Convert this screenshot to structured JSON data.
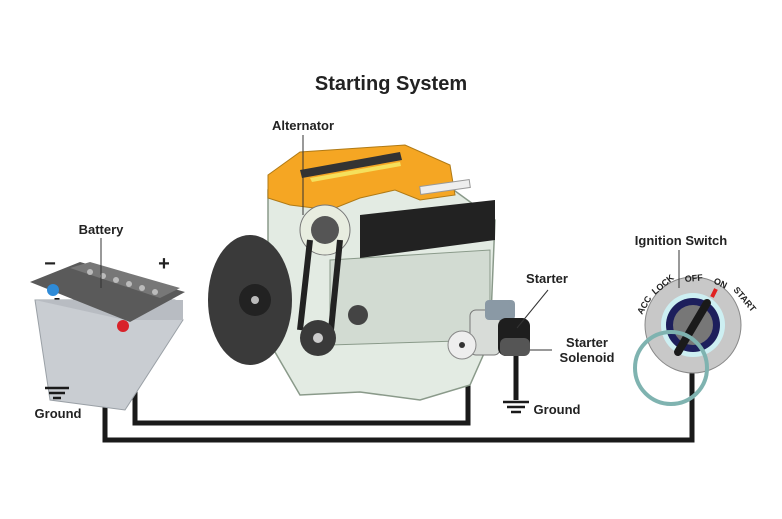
{
  "title": "Starting System",
  "labels": {
    "alternator": "Alternator",
    "battery": "Battery",
    "negative": "−",
    "positive": "+",
    "ground_battery": "Ground",
    "starter": "Starter",
    "starter_solenoid_line1": "Starter",
    "starter_solenoid_line2": "Solenoid",
    "ground_starter": "Ground",
    "ignition_switch": "Ignition Switch"
  },
  "ignition_positions": [
    "ACC",
    "LOCK",
    "OFF",
    "ON",
    "START"
  ],
  "colors": {
    "wire": "#1a1a1a",
    "engine_cover": "#f5a623",
    "engine_block": "#e3ebe3",
    "battery_top": "#5a5a5a",
    "battery_case": "#c9cdd2",
    "terminal_negative": "#2e8bd8",
    "terminal_positive": "#d8222a",
    "switch_ring": "#7fb3b0",
    "on_marker": "#e02020"
  }
}
